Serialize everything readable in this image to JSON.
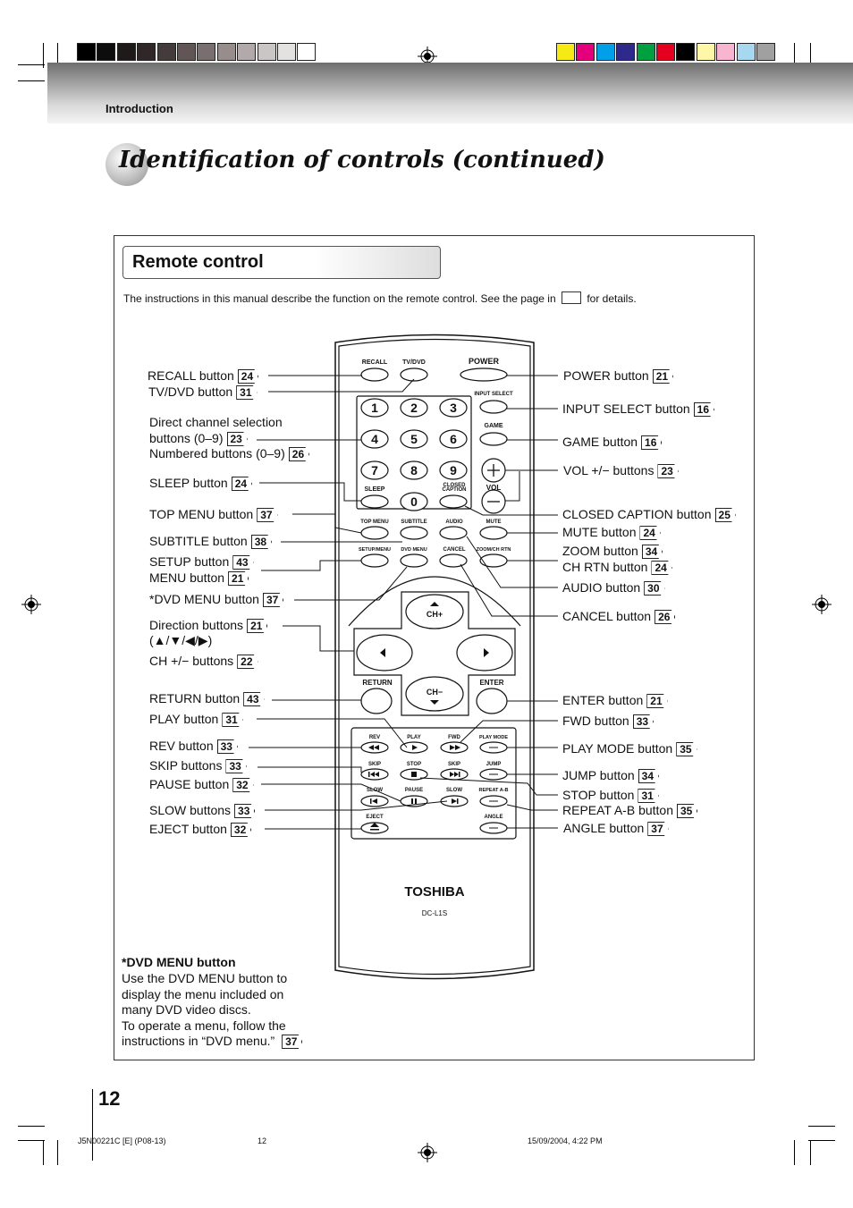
{
  "section": "Introduction",
  "title": "Identification of controls (continued)",
  "panel_title": "Remote control",
  "intro_before": "The instructions in this manual describe the function on the remote control. See the page in",
  "intro_after": "for details.",
  "left_labels": [
    {
      "text": "RECALL button",
      "page": "24"
    },
    {
      "text": "TV/DVD button",
      "page": "31"
    },
    {
      "text": "Direct channel selection",
      "page": ""
    },
    {
      "text": "buttons (0–9)",
      "page": "23"
    },
    {
      "text": "Numbered buttons (0–9)",
      "page": "26"
    },
    {
      "text": "SLEEP button",
      "page": "24"
    },
    {
      "text": "TOP MENU button",
      "page": "37"
    },
    {
      "text": "SUBTITLE button",
      "page": "38"
    },
    {
      "text": "SETUP button",
      "page": "43"
    },
    {
      "text": "MENU button",
      "page": "21"
    },
    {
      "text": "*DVD MENU button",
      "page": "37"
    },
    {
      "text": "Direction buttons",
      "page": "21"
    },
    {
      "text": "(▲/▼/◀/▶)",
      "page": ""
    },
    {
      "text": "CH +/− buttons",
      "page": "22"
    },
    {
      "text": "RETURN button",
      "page": "43"
    },
    {
      "text": "PLAY button",
      "page": "31"
    },
    {
      "text": "REV button",
      "page": "33"
    },
    {
      "text": "SKIP buttons",
      "page": "33"
    },
    {
      "text": "PAUSE button",
      "page": "32"
    },
    {
      "text": "SLOW buttons",
      "page": "33"
    },
    {
      "text": "EJECT button",
      "page": "32"
    }
  ],
  "right_labels": [
    {
      "text": "POWER button",
      "page": "21"
    },
    {
      "text": "INPUT SELECT button",
      "page": "16"
    },
    {
      "text": "GAME button",
      "page": "16"
    },
    {
      "text": "VOL +/− buttons",
      "page": "23"
    },
    {
      "text": "CLOSED CAPTION button",
      "page": "25"
    },
    {
      "text": "MUTE button",
      "page": "24"
    },
    {
      "text": "ZOOM button",
      "page": "34"
    },
    {
      "text": "CH RTN button",
      "page": "24"
    },
    {
      "text": "AUDIO button",
      "page": "30"
    },
    {
      "text": "CANCEL button",
      "page": "26"
    },
    {
      "text": "ENTER button",
      "page": "21"
    },
    {
      "text": "FWD button",
      "page": "33"
    },
    {
      "text": "PLAY MODE button",
      "page": "35"
    },
    {
      "text": "JUMP button",
      "page": "34"
    },
    {
      "text": "STOP button",
      "page": "31"
    },
    {
      "text": "REPEAT A-B button",
      "page": "35"
    },
    {
      "text": "ANGLE button",
      "page": "37"
    }
  ],
  "remote": {
    "brand": "TOSHIBA",
    "model": "DC-L1S",
    "labels": {
      "recall": "RECALL",
      "tvdvd": "TV/DVD",
      "power": "POWER",
      "input_select": "INPUT SELECT",
      "game": "GAME",
      "sleep": "SLEEP",
      "closed": "CLOSED",
      "caption": "CAPTION",
      "vol": "VOL",
      "top_menu": "TOP MENU",
      "subtitle": "SUBTITLE",
      "audio": "AUDIO",
      "mute": "MUTE",
      "setup_menu": "SETUP/MENU",
      "dvd_menu": "DVD MENU",
      "cancel": "CANCEL",
      "zoom_ch_rtn": "ZOOM/CH RTN",
      "ch_plus": "CH+",
      "ch_minus": "CH−",
      "return": "RETURN",
      "enter": "ENTER",
      "rev": "REV",
      "play": "PLAY",
      "fwd": "FWD",
      "play_mode": "PLAY MODE",
      "skip1": "SKIP",
      "stop": "STOP",
      "skip2": "SKIP",
      "jump": "JUMP",
      "slow1": "SLOW",
      "pause": "PAUSE",
      "slow2": "SLOW",
      "repeat_ab": "REPEAT A-B",
      "eject": "EJECT",
      "angle": "ANGLE"
    },
    "digits": [
      "1",
      "2",
      "3",
      "4",
      "5",
      "6",
      "7",
      "8",
      "9",
      "0"
    ]
  },
  "note": {
    "title": "*DVD MENU button",
    "lines": [
      "Use the DVD MENU button to",
      "display the menu included on",
      "many DVD video discs.",
      "To operate a menu, follow the",
      "instructions in “DVD menu.”"
    ],
    "page": "37"
  },
  "page_number": "12",
  "footer": {
    "left": "J5N00221C [E] (P08-13)",
    "center": "12",
    "right": "15/09/2004, 4:22 PM"
  },
  "colors": {
    "gray_swatches": [
      "#000000",
      "#0d0d0d",
      "#1f1a1a",
      "#302828",
      "#443b3b",
      "#615555",
      "#7a6f6f",
      "#978d8d",
      "#b2aaaa",
      "#cbc6c6",
      "#e4e1e1",
      "#ffffff"
    ],
    "color_swatches": [
      "#f5ea14",
      "#e4007c",
      "#00a0e8",
      "#2e2a8c",
      "#00a040",
      "#e50020",
      "#000000",
      "#fff7a8",
      "#f7b5cf",
      "#a8d8f0",
      "#a0a0a0"
    ]
  }
}
